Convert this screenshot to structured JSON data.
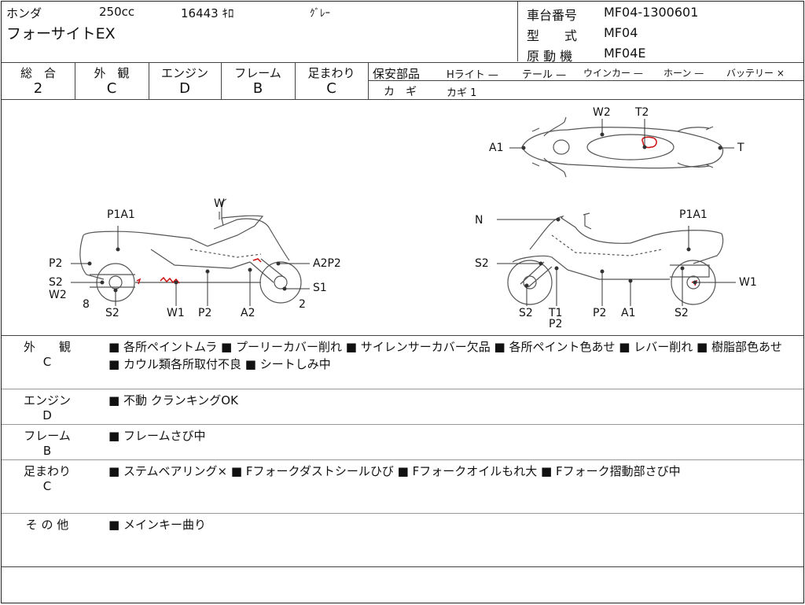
{
  "header": {
    "maker": "ホンダ",
    "displacement": "250cc",
    "mileage": "16443 ｷﾛ",
    "color": "ｸﾞﾚｰ",
    "model_name": "フォーサイトEX",
    "frame_no_label": "車台番号",
    "frame_no": "MF04-1300601",
    "type_label": "型　　式",
    "type": "MF04",
    "engine_label": "原 動 機",
    "engine": "MF04E"
  },
  "grades": [
    {
      "label": "総　合",
      "value": "2"
    },
    {
      "label": "外　観",
      "value": "C"
    },
    {
      "label": "エンジン",
      "value": "D"
    },
    {
      "label": "フレーム",
      "value": "B"
    },
    {
      "label": "足まわり",
      "value": "C"
    }
  ],
  "safety": {
    "label": "保安部品",
    "items": [
      {
        "name": "Hライト",
        "mark": "—"
      },
      {
        "name": "テール",
        "mark": "—"
      },
      {
        "name": "ウインカー",
        "mark": "—"
      },
      {
        "name": "ホーン",
        "mark": "—"
      },
      {
        "name": "バッテリー",
        "mark": "×"
      }
    ],
    "key_label": "カ　ギ",
    "key_value": "カギ 1"
  },
  "diagram": {
    "top": [
      "A1",
      "W2",
      "T2",
      "T"
    ],
    "left": [
      "W",
      "P1A1",
      "P2",
      "A2P2",
      "S2",
      "S1",
      "W2",
      "8",
      "2",
      "S2",
      "W1",
      "P2",
      "A2"
    ],
    "right": [
      "N",
      "P1A1",
      "S2",
      "W1",
      "S2",
      "T1",
      "P2",
      "P2",
      "A1",
      "S2"
    ]
  },
  "remarks": [
    {
      "label": "外　　観",
      "grade": "C",
      "items": [
        "各所ペイントムラ",
        "プーリーカバー削れ",
        "サイレンサーカバー欠品",
        "各所ペイント色あせ",
        "レバー削れ",
        "樹脂部色あせ",
        "カウル類各所取付不良",
        "シートしみ中"
      ]
    },
    {
      "label": "エンジン",
      "grade": "D",
      "items": [
        "不動 クランキングOK"
      ]
    },
    {
      "label": "フレーム",
      "grade": "B",
      "items": [
        "フレームさび中"
      ]
    },
    {
      "label": "足まわり",
      "grade": "C",
      "items": [
        "ステムベアリング×",
        "Fフォークダストシールひび",
        "Fフォークオイルもれ大",
        "Fフォーク摺動部さび中"
      ]
    },
    {
      "label": "そ の 他",
      "grade": "",
      "items": [
        "メインキー曲り"
      ]
    }
  ],
  "colors": {
    "damage": "#cc1111",
    "line": "#444444"
  },
  "square_icon": "black-square"
}
